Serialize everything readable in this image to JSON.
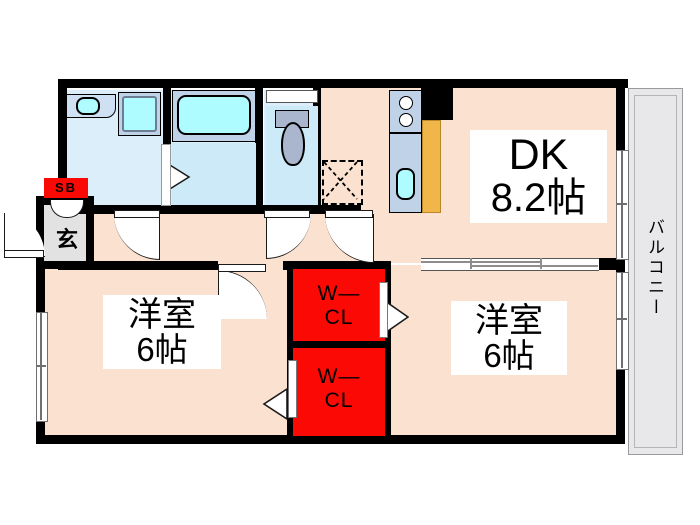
{
  "plan": {
    "type": "japanese-apartment-floorplan",
    "layout_code": "2DK",
    "background_color": "#ffffff",
    "wall_color": "#000000",
    "room_fill_color": "#fbe2d0",
    "wet_area_fill_color": "#ddeefb",
    "closet_fill_color": "#fb0a05",
    "balcony_fill_color": "#e8e8ea",
    "entrance_fill_color": "#e2e2e2",
    "kitchen_counter_color": "#f0b64a"
  },
  "rooms": {
    "dk": {
      "name": "DK",
      "size": "8.2帖"
    },
    "bedroom_left": {
      "name": "洋室",
      "size": "6帖"
    },
    "bedroom_right": {
      "name": "洋室",
      "size": "6帖"
    },
    "closet_upper": {
      "label_line1": "W—",
      "label_line2": "CL"
    },
    "closet_lower": {
      "label_line1": "W—",
      "label_line2": "CL"
    },
    "balcony": {
      "name": "バルコニー"
    },
    "entrance": {
      "name": "玄"
    },
    "shoebox": {
      "name": "SB"
    }
  },
  "fixtures": {
    "bathtub": "bathtub-icon",
    "washbasin": "washbasin-icon",
    "washing_machine": "washing-machine-icon",
    "toilet": "toilet-icon",
    "kitchen_sink": "kitchen-sink-icon",
    "stove": "stove-icon",
    "stove_burners": 2,
    "utility_space": "washing-machine-space-icon"
  },
  "openings": {
    "entrance_door": "hinged-door",
    "bath_door": "folding-door",
    "toilet_door": "hinged-door",
    "washroom_door": "hinged-door",
    "bedroom_left_door": "hinged-door",
    "dk_hall_door": "hinged-door",
    "bedroom_right_sliding_door": "sliding-door",
    "closet_upper_door": "folding-door",
    "closet_lower_door": "folding-door",
    "balcony_windows": "sliding-window",
    "bedroom_left_window": "sliding-window",
    "toilet_window": "window"
  }
}
